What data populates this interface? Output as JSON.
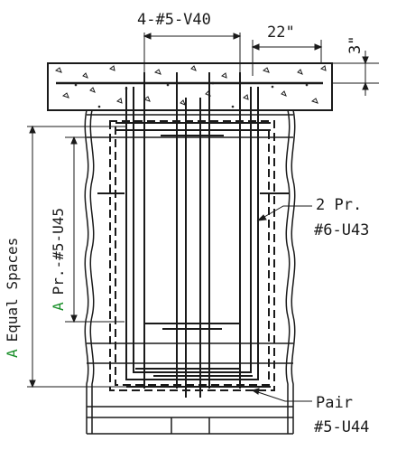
{
  "labels": {
    "top_bars": "4-#5-V40",
    "slab_dim_22": "22\"",
    "slab_dim_3": "3\"",
    "side_bars_line1": "2 Pr.",
    "side_bars_line2": "#6-U43",
    "pair_line1": "Pair",
    "pair_line2": "#5-U44",
    "vertical_outer_letter": "A",
    "vertical_outer_text": "Equal Spaces",
    "vertical_inner_letter": "A",
    "vertical_inner_text": "Pr.-#5-U45"
  },
  "colors": {
    "line": "#1a1a1a",
    "accent_letter": "#1a8f2a"
  }
}
